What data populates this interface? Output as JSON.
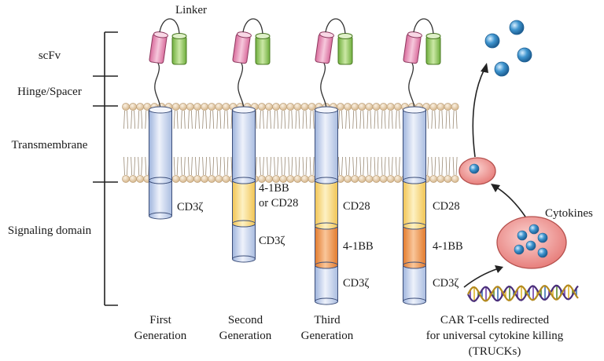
{
  "regions": {
    "scfv": "scFv",
    "hinge": "Hinge/Spacer",
    "transmembrane": "Transmembrane",
    "signaling": "Signaling domain"
  },
  "linker": "Linker",
  "cytokines": "Cytokines",
  "domains": {
    "cd3z": "CD3ζ",
    "cd28": "CD28",
    "bb41": "4-1BB",
    "bb41_or_line1": "4-1BB",
    "bb41_or_line2": "or CD28"
  },
  "generations": {
    "first": [
      "First",
      "Generation"
    ],
    "second": [
      "Second",
      "Generation"
    ],
    "third": [
      "Third",
      "Generation"
    ],
    "trucks": [
      "CAR T-cells redirected",
      "for universal cytokine killing",
      "(TRUCKs)"
    ]
  },
  "colors": {
    "receptor_blue": "#c9d6ee",
    "costim_yellow": "#f7dc7e",
    "bb41_orange": "#ee9a4c",
    "vh_pink": "#e693b6",
    "vl_green": "#9ccb6a",
    "lipid_head": "#e8d3b2",
    "cell_red": "#f2a09e",
    "cytokine_blue": "#3f95cf"
  }
}
